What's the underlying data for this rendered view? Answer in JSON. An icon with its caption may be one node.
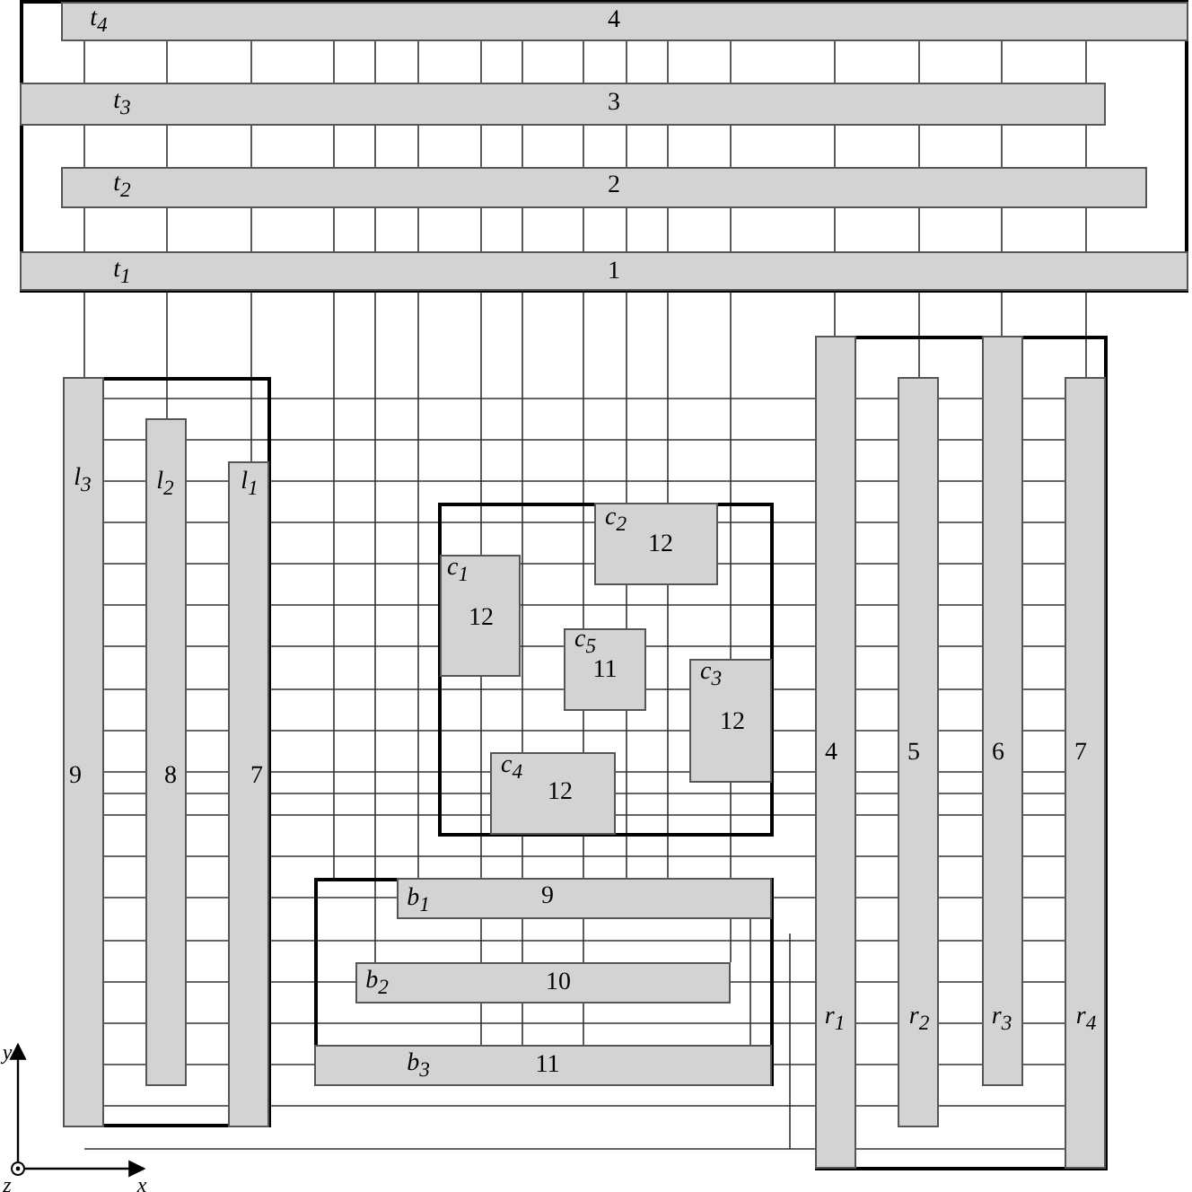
{
  "diagram": {
    "nodes": [
      {
        "text": [],
        "shape": "box"
      },
      {
        "text": [
          "t$_{4}$",
          "4"
        ],
        "in": 0
      },
      {
        "text": [
          "t$_{3}$",
          "3"
        ],
        "in": 0
      },
      {
        "text": [
          "t$_{2}$",
          "2"
        ],
        "in": 0
      },
      {
        "text": [
          "t$_{1}$",
          "1"
        ],
        "in": 0
      },
      {
        "text": [],
        "shape": "box"
      },
      {
        "text": [
          "l$_{3}$",
          "9"
        ],
        "in": 5
      },
      {
        "text": [
          "l$_{2}$",
          "8"
        ],
        "in": 5
      },
      {
        "text": [
          "l$_{1}$",
          "7"
        ],
        "in": 5
      },
      {
        "text": [],
        "shape": "box"
      },
      {
        "text": [
          "c$_{2}$",
          "12"
        ],
        "in": 9
      },
      {
        "text": [
          "c$_{1}$",
          "12"
        ],
        "in": 9
      },
      {
        "text": [
          "c$_{5}$",
          "11"
        ],
        "in": 9
      },
      {
        "text": [
          "c$_{3}$",
          "12"
        ],
        "in": 9
      },
      {
        "text": [
          "c$_{4}$",
          "12"
        ],
        "in": 9
      },
      {
        "text": [],
        "shape": "box"
      },
      {
        "text": [
          "4",
          "r$_{1}$"
        ],
        "in": 15
      },
      {
        "text": [
          "5",
          "r$_{2}$"
        ],
        "in": 15
      },
      {
        "text": [
          "6",
          "r$_{3}$"
        ],
        "in": 15
      },
      {
        "text": [
          "7",
          "r$_{4}$"
        ],
        "in": 15
      },
      {
        "text": [],
        "shape": "box"
      },
      {
        "text": [
          "b$_{1}$",
          "9"
        ],
        "in": 20
      },
      {
        "text": [
          "b$_{2}$",
          "10"
        ],
        "in": 20
      },
      {
        "text": [
          "b$_{3}$",
          "11"
        ],
        "in": 20
      }
    ],
    "labels": [
      "y",
      "z",
      "x"
    ]
  }
}
